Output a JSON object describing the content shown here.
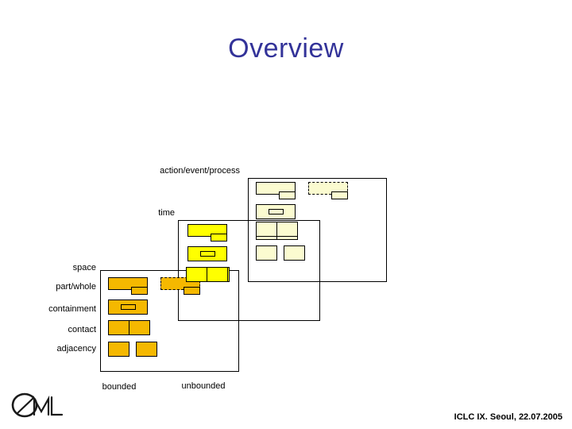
{
  "slide": {
    "title": "Overview",
    "title_color": "#333399",
    "background": "#ffffff"
  },
  "diagram": {
    "row_labels": [
      {
        "key": "action-event-process",
        "text": "action/event/process"
      },
      {
        "key": "time",
        "text": "time"
      },
      {
        "key": "space",
        "text": "space"
      },
      {
        "key": "part-whole",
        "text": "part/whole"
      },
      {
        "key": "containment",
        "text": "containment"
      },
      {
        "key": "contact",
        "text": "contact"
      },
      {
        "key": "adjacency",
        "text": "adjacency"
      }
    ],
    "column_labels": [
      {
        "key": "bounded",
        "text": "bounded"
      },
      {
        "key": "unbounded",
        "text": "unbounded"
      }
    ],
    "colors": {
      "space_fill": "#F5B800",
      "time_fill": "#FFFF00",
      "action_fill": "#FBFBD0",
      "stroke": "#000000"
    },
    "frames": [
      {
        "key": "action-event-process-frame",
        "label": "action/event/process"
      },
      {
        "key": "time-frame",
        "label": "time"
      },
      {
        "key": "space-frame",
        "label": "space"
      }
    ],
    "glyph_kinds": [
      {
        "key": "part-whole",
        "description": "large rectangle with small rectangle notched at lower right"
      },
      {
        "key": "containment",
        "description": "rectangle containing a small rectangle"
      },
      {
        "key": "contact",
        "description": "two rectangles sharing an edge"
      },
      {
        "key": "adjacency",
        "description": "two separate rectangles side by side"
      }
    ]
  },
  "footer": {
    "text": "ICLC IX. Seoul, 22.07.2005"
  },
  "logo": {
    "name": "QML",
    "alt": "QML logo"
  }
}
